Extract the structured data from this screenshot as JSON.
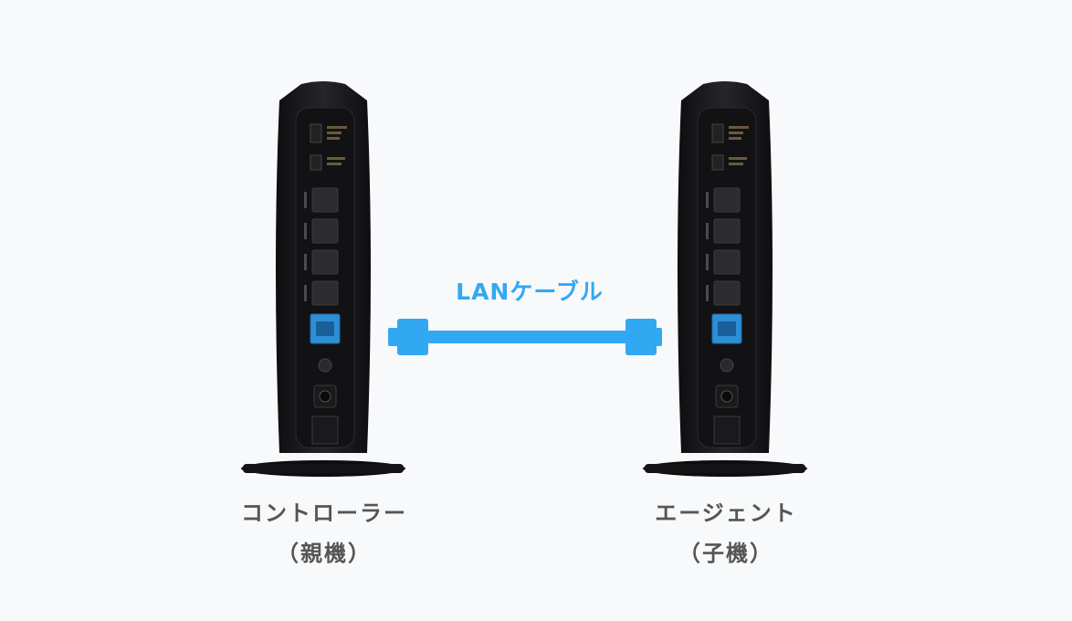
{
  "colors": {
    "background": "#f7f9fb",
    "accent": "#33a8f2",
    "router_body": "#1c1c1f",
    "port_blue": "#2d8fd6",
    "caption_text": "#555555"
  },
  "cable": {
    "label": "LANケーブル"
  },
  "devices": [
    {
      "title": "コントローラー",
      "subtitle": "（親機）"
    },
    {
      "title": "エージェント",
      "subtitle": "（子機）"
    }
  ]
}
